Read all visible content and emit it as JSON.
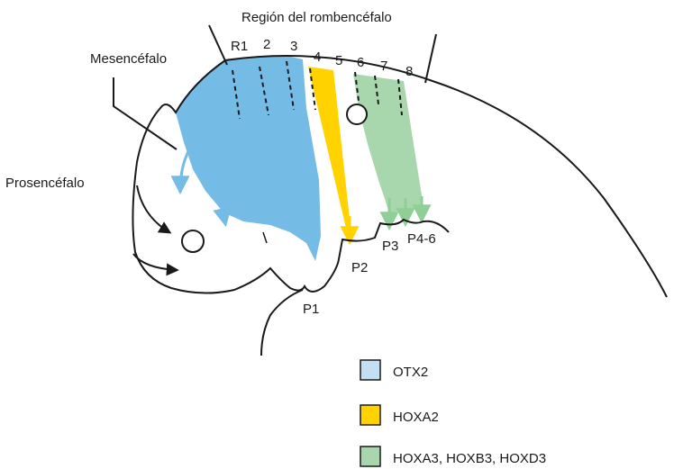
{
  "labels": {
    "region": "Región del rombencéfalo",
    "mesencephalon": "Mesencéfalo",
    "prosencephalon": "Prosencéfalo",
    "rhombomeres": [
      "R1",
      "2",
      "3",
      "4",
      "5",
      "6",
      "7",
      "8"
    ],
    "arches": [
      "P1",
      "P2",
      "P3",
      "P4-6"
    ]
  },
  "legend": [
    {
      "label": "OTX2",
      "color": "#c3dff3"
    },
    {
      "label": "HOXA2",
      "color": "#ffd200"
    },
    {
      "label": "HOXA3, HOXB3, HOXD3",
      "color": "#a9d7ad"
    }
  ],
  "colors": {
    "otx2_fill": "#74bbe6",
    "hoxa2_fill": "#ffd200",
    "hox3_fill": "#a9d7ad",
    "hox3_arrow": "#8fcf96",
    "outline": "#1a1a1a"
  }
}
